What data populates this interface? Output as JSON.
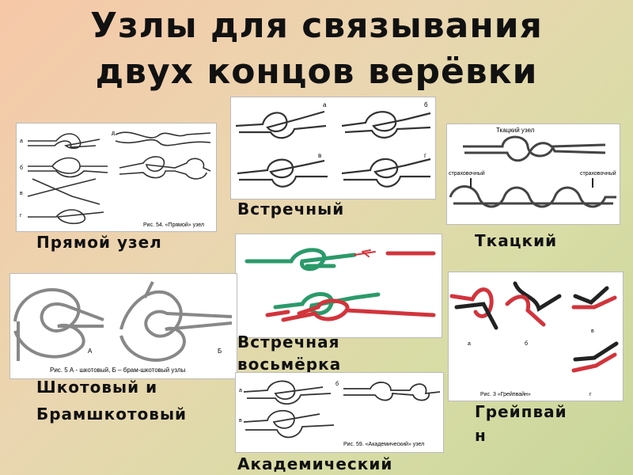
{
  "title": {
    "line1": "Узлы для связывания",
    "line2": "двух концов верёвки"
  },
  "labels": {
    "pryamoy": "Прямой узел",
    "vstrechny": "Встречный",
    "tkatsky": "Ткацкий",
    "vstrechnaya_line1": "Встречная",
    "vstrechnaya_line2": "восьмёрка",
    "shkotovy_line1": "Шкотовый и",
    "shkotovy_line2": "Брамшкотовый",
    "grapevine_line1": "Грейпвай",
    "grapevine_line2": "н",
    "akademichesky": "Академический"
  },
  "captions": {
    "pryamoy": "Рис. 54. «Прямой» узел",
    "shkotovy": "Рис. 5 А - шкотовый, Б – брам-шкотовый узлы",
    "shkotovy_a": "А",
    "shkotovy_b": "Б",
    "tkatsky_top": "Ткацкий узел",
    "tkatsky_left": "страховочный",
    "tkatsky_right": "страховочный",
    "grapevine": "Рис. 3 «Грейпвайн»",
    "akademichesky": "Рис. 59. «Академический» узел",
    "letters": {
      "a": "а",
      "b": "б",
      "v": "в",
      "g": "г",
      "d": "д"
    }
  },
  "colors": {
    "rope_green": "#2a9a6a",
    "rope_red": "#d2343c",
    "rope_dark": "#333333",
    "rope_gray": "#777777"
  }
}
